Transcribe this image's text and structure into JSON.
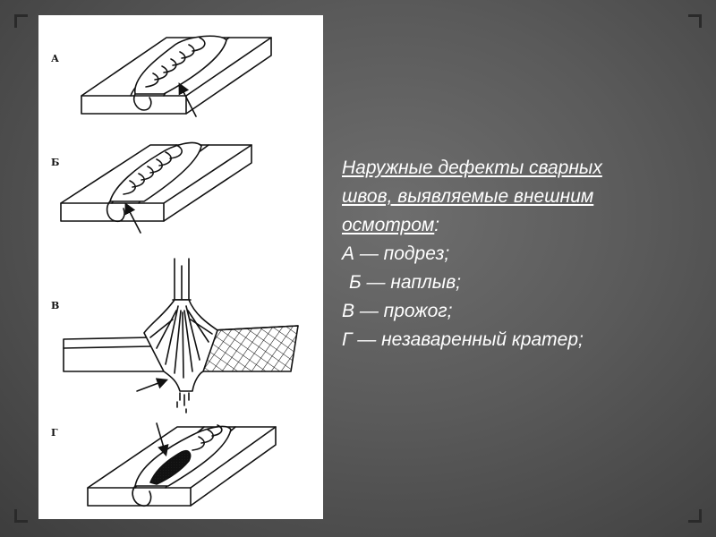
{
  "figure": {
    "labels": {
      "a": "А",
      "b": "Б",
      "v": "В",
      "g": "Г"
    }
  },
  "caption": {
    "title_line1": "Наружные дефекты сварных",
    "title_line2": "швов, выявляемые внешним",
    "title_line3": "осмотром",
    "title_colon": ":",
    "items": [
      "А — подрез;",
      "Б — наплыв;",
      "В — прожог;",
      "Г — незаваренный кратер;"
    ]
  }
}
